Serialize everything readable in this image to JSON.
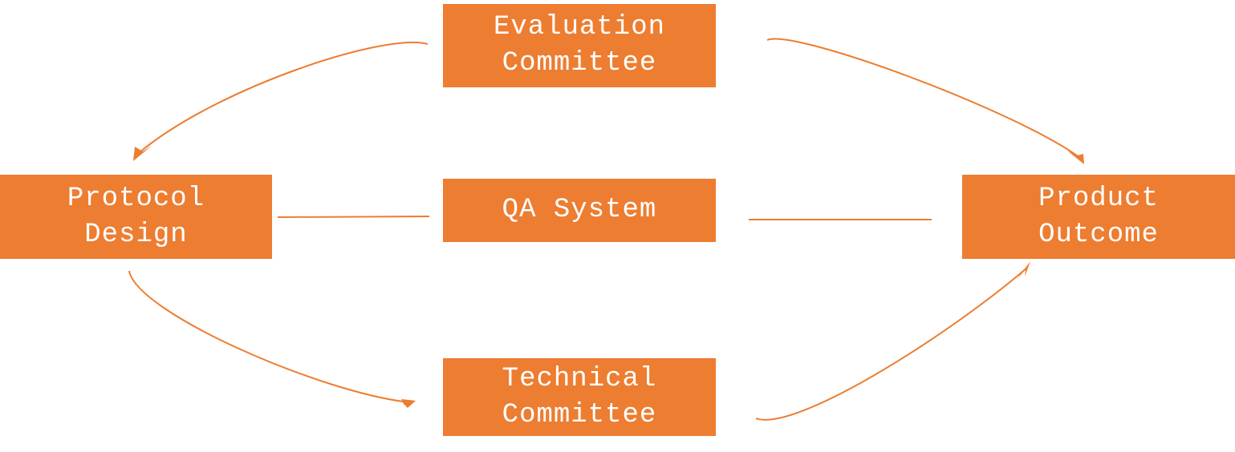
{
  "diagram": {
    "accent_color": "#ED7D31",
    "text_color": "#FFFFFF",
    "nodes": {
      "evaluation": {
        "line1": "Evaluation",
        "line2": "Committee"
      },
      "qa": {
        "line1": "QA System"
      },
      "technical": {
        "line1": "Technical",
        "line2": "Committee"
      },
      "protocol": {
        "line1": "Protocol",
        "line2": "Design"
      },
      "product": {
        "line1": "Product",
        "line2": "Outcome"
      }
    }
  }
}
